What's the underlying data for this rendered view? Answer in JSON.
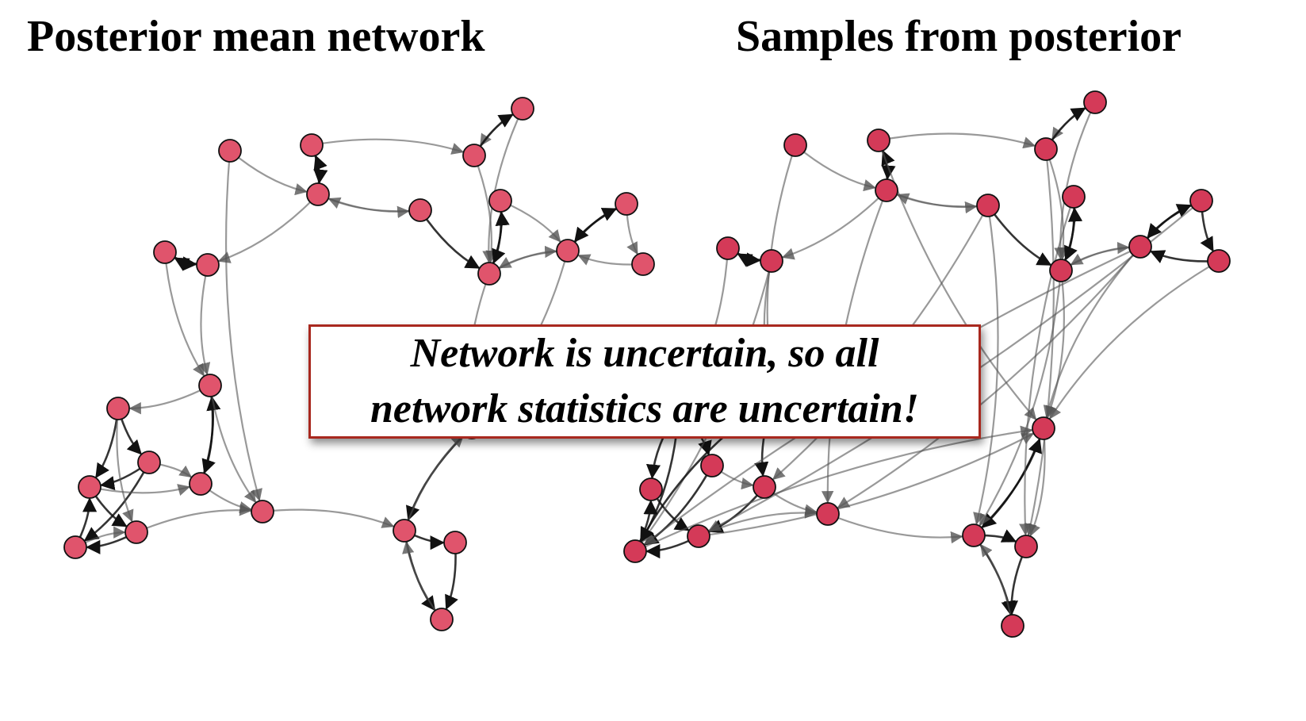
{
  "titles": {
    "left": "Posterior mean network",
    "right": "Samples from posterior"
  },
  "callout": {
    "line1": "Network is uncertain, so all",
    "line2": "network statistics are uncertain!"
  },
  "colors": {
    "left_node_fill": "#e0546c",
    "right_node_fill": "#d43a58",
    "node_stroke": "#111111",
    "callout_border": "#a8281e"
  },
  "icons": {
    "node": "circle-node-icon",
    "edge": "directed-edge-arrow"
  }
}
